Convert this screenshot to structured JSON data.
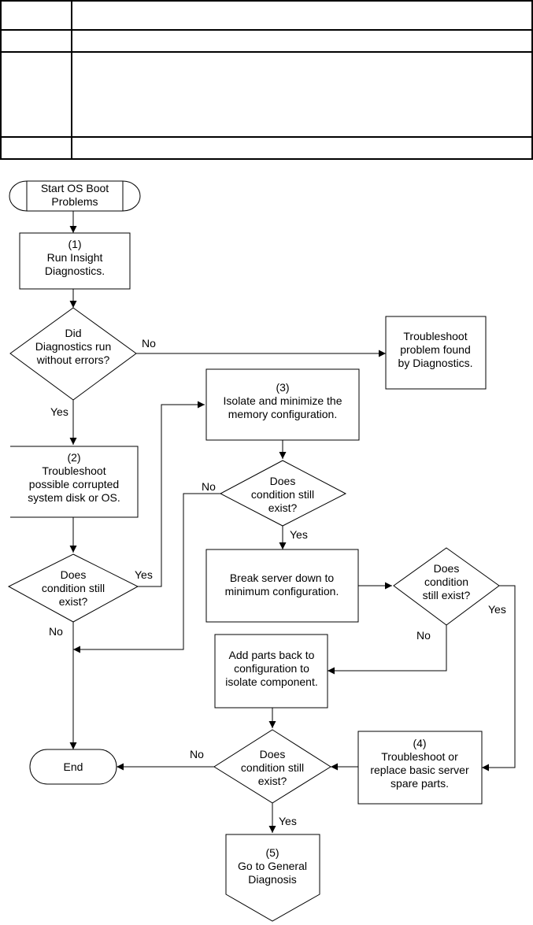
{
  "table": {
    "rows": 4
  },
  "nodes": {
    "start": [
      "Start OS Boot",
      "Problems"
    ],
    "run_insight": [
      "(1)",
      "Run Insight",
      "Diagnostics."
    ],
    "did_diag": [
      "Did",
      "Diagnostics run",
      "without errors?"
    ],
    "ts_diag": [
      "Troubleshoot",
      "problem found",
      "by Diagnostics."
    ],
    "isolate_mem": [
      "(3)",
      "Isolate and minimize the",
      "memory configuration."
    ],
    "ts_disk": [
      "(2)",
      "Troubleshoot",
      "possible corrupted",
      "system disk or OS."
    ],
    "cond_mid": [
      "Does",
      "condition still",
      "exist?"
    ],
    "break_down": [
      "Break server down to",
      "minimum configuration."
    ],
    "cond_left": [
      "Does",
      "condition still",
      "exist?"
    ],
    "cond_right": [
      "Does",
      "condition",
      "still exist?"
    ],
    "add_parts": [
      "Add parts back to",
      "configuration to",
      "isolate component."
    ],
    "end": [
      "End"
    ],
    "cond_bottom": [
      "Does",
      "condition still",
      "exist?"
    ],
    "ts_replace": [
      "(4)",
      "Troubleshoot or",
      "replace basic server",
      "spare parts."
    ],
    "general": [
      "(5)",
      "Go to General",
      "Diagnosis"
    ]
  },
  "edge_labels": {
    "did_no": "No",
    "did_yes": "Yes",
    "mid_no": "No",
    "mid_yes": "Yes",
    "left_yes": "Yes",
    "left_no": "No",
    "right_no": "No",
    "right_yes": "Yes",
    "bottom_no": "No",
    "bottom_yes": "Yes"
  }
}
